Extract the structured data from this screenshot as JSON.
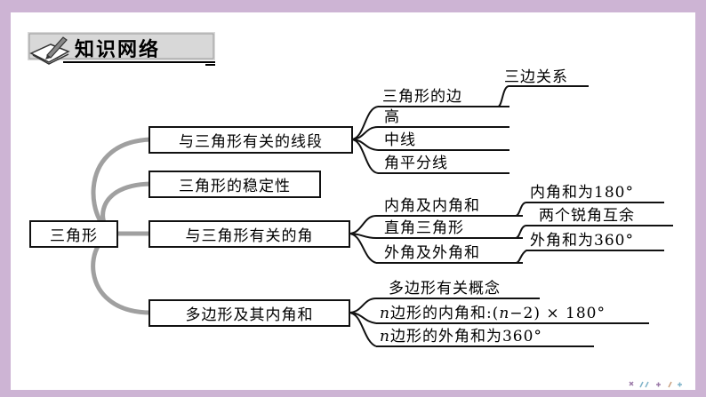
{
  "header": {
    "title": "知识网络",
    "icon": "book-pencil-icon"
  },
  "mindmap": {
    "root": "三角形",
    "branches": [
      {
        "label": "与三角形有关的线段",
        "items": [
          {
            "label": "三角形的边",
            "sub": "三边关系"
          },
          {
            "label": "高"
          },
          {
            "label": "中线"
          },
          {
            "label": "角平分线"
          }
        ]
      },
      {
        "label": "三角形的稳定性"
      },
      {
        "label": "与三角形有关的角",
        "items": [
          {
            "label": "内角及内角和",
            "sub": "内角和为180°"
          },
          {
            "label": "直角三角形",
            "sub": "两个锐角互余"
          },
          {
            "label": "外角及外角和",
            "sub": "外角和为360°"
          }
        ]
      },
      {
        "label": "多边形及其内角和",
        "items": [
          {
            "label": "多边形有关概念"
          },
          {
            "var": "n",
            "pre": "边形的内角和:(",
            "mid": "−2) × 180°"
          },
          {
            "var": "n",
            "pre": "边形的外角和为360°"
          }
        ]
      }
    ]
  },
  "colors": {
    "background": "#cdb4d4",
    "card": "#ffffff",
    "curve": "#a0a0a0",
    "line": "#111111"
  }
}
